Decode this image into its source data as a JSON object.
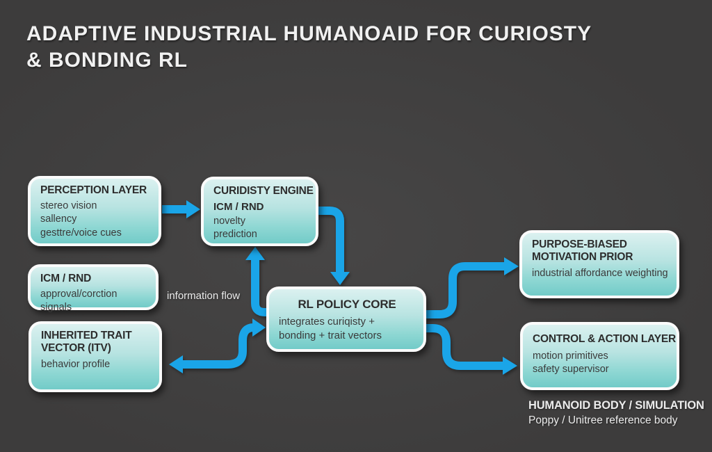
{
  "title": "ADAPTIVE INDUSTRIAL HUMANOAID FOR CURIOSTY\n& BONDING RL",
  "colors": {
    "bg": "#3d3c3c",
    "bg_light": "#474646",
    "arrow": "#1aa5e8",
    "box_border": "#fbfbfb",
    "box_top": "#dbf1f0",
    "box_bottom": "#72cbc8",
    "heading_text": "#f1f1f1",
    "node_title_text": "#2d2d2d",
    "node_body_text": "#3a3a3a",
    "caption_text": "#ececec"
  },
  "diagram": {
    "nodes": [
      {
        "id": "perception-layer",
        "title": "PERCEPTION LAYER",
        "lines": [
          "stereo vision",
          "sallency",
          "gesttre/voice cues"
        ]
      },
      {
        "id": "curiosity-engine",
        "title": "CURIDISTY ENGINE",
        "subtitle": "ICM / RND",
        "lines": [
          "novelty",
          "prediction"
        ]
      },
      {
        "id": "icm-rnd",
        "title": "ICM / RND",
        "lines": [
          "approval/corction signals"
        ]
      },
      {
        "id": "inherited-trait-vector",
        "title": "INHERITED TRAIT VECTOR (ITV)",
        "lines": [
          "behavior profile"
        ]
      },
      {
        "id": "rl-policy-core",
        "title": "RL POLICY CORE",
        "lines": [
          "integrates curiqisty +",
          "bonding + trait vectors"
        ]
      },
      {
        "id": "purpose-biased-motivation-prior",
        "title": "PURPOSE-BIASED MOTIVATION PRIOR",
        "lines": [
          "industrial affordance weighting"
        ]
      },
      {
        "id": "control-action-layer",
        "title": "CONTROL & ACTION LAYER",
        "lines": [
          "motion primitives",
          "safety supervisor"
        ]
      }
    ],
    "labels": {
      "information_flow": "information flow",
      "body_caption_title": "HUMANOID BODY / SIMULATION",
      "body_caption_subtitle": "Poppy / Unitree reference body"
    }
  }
}
